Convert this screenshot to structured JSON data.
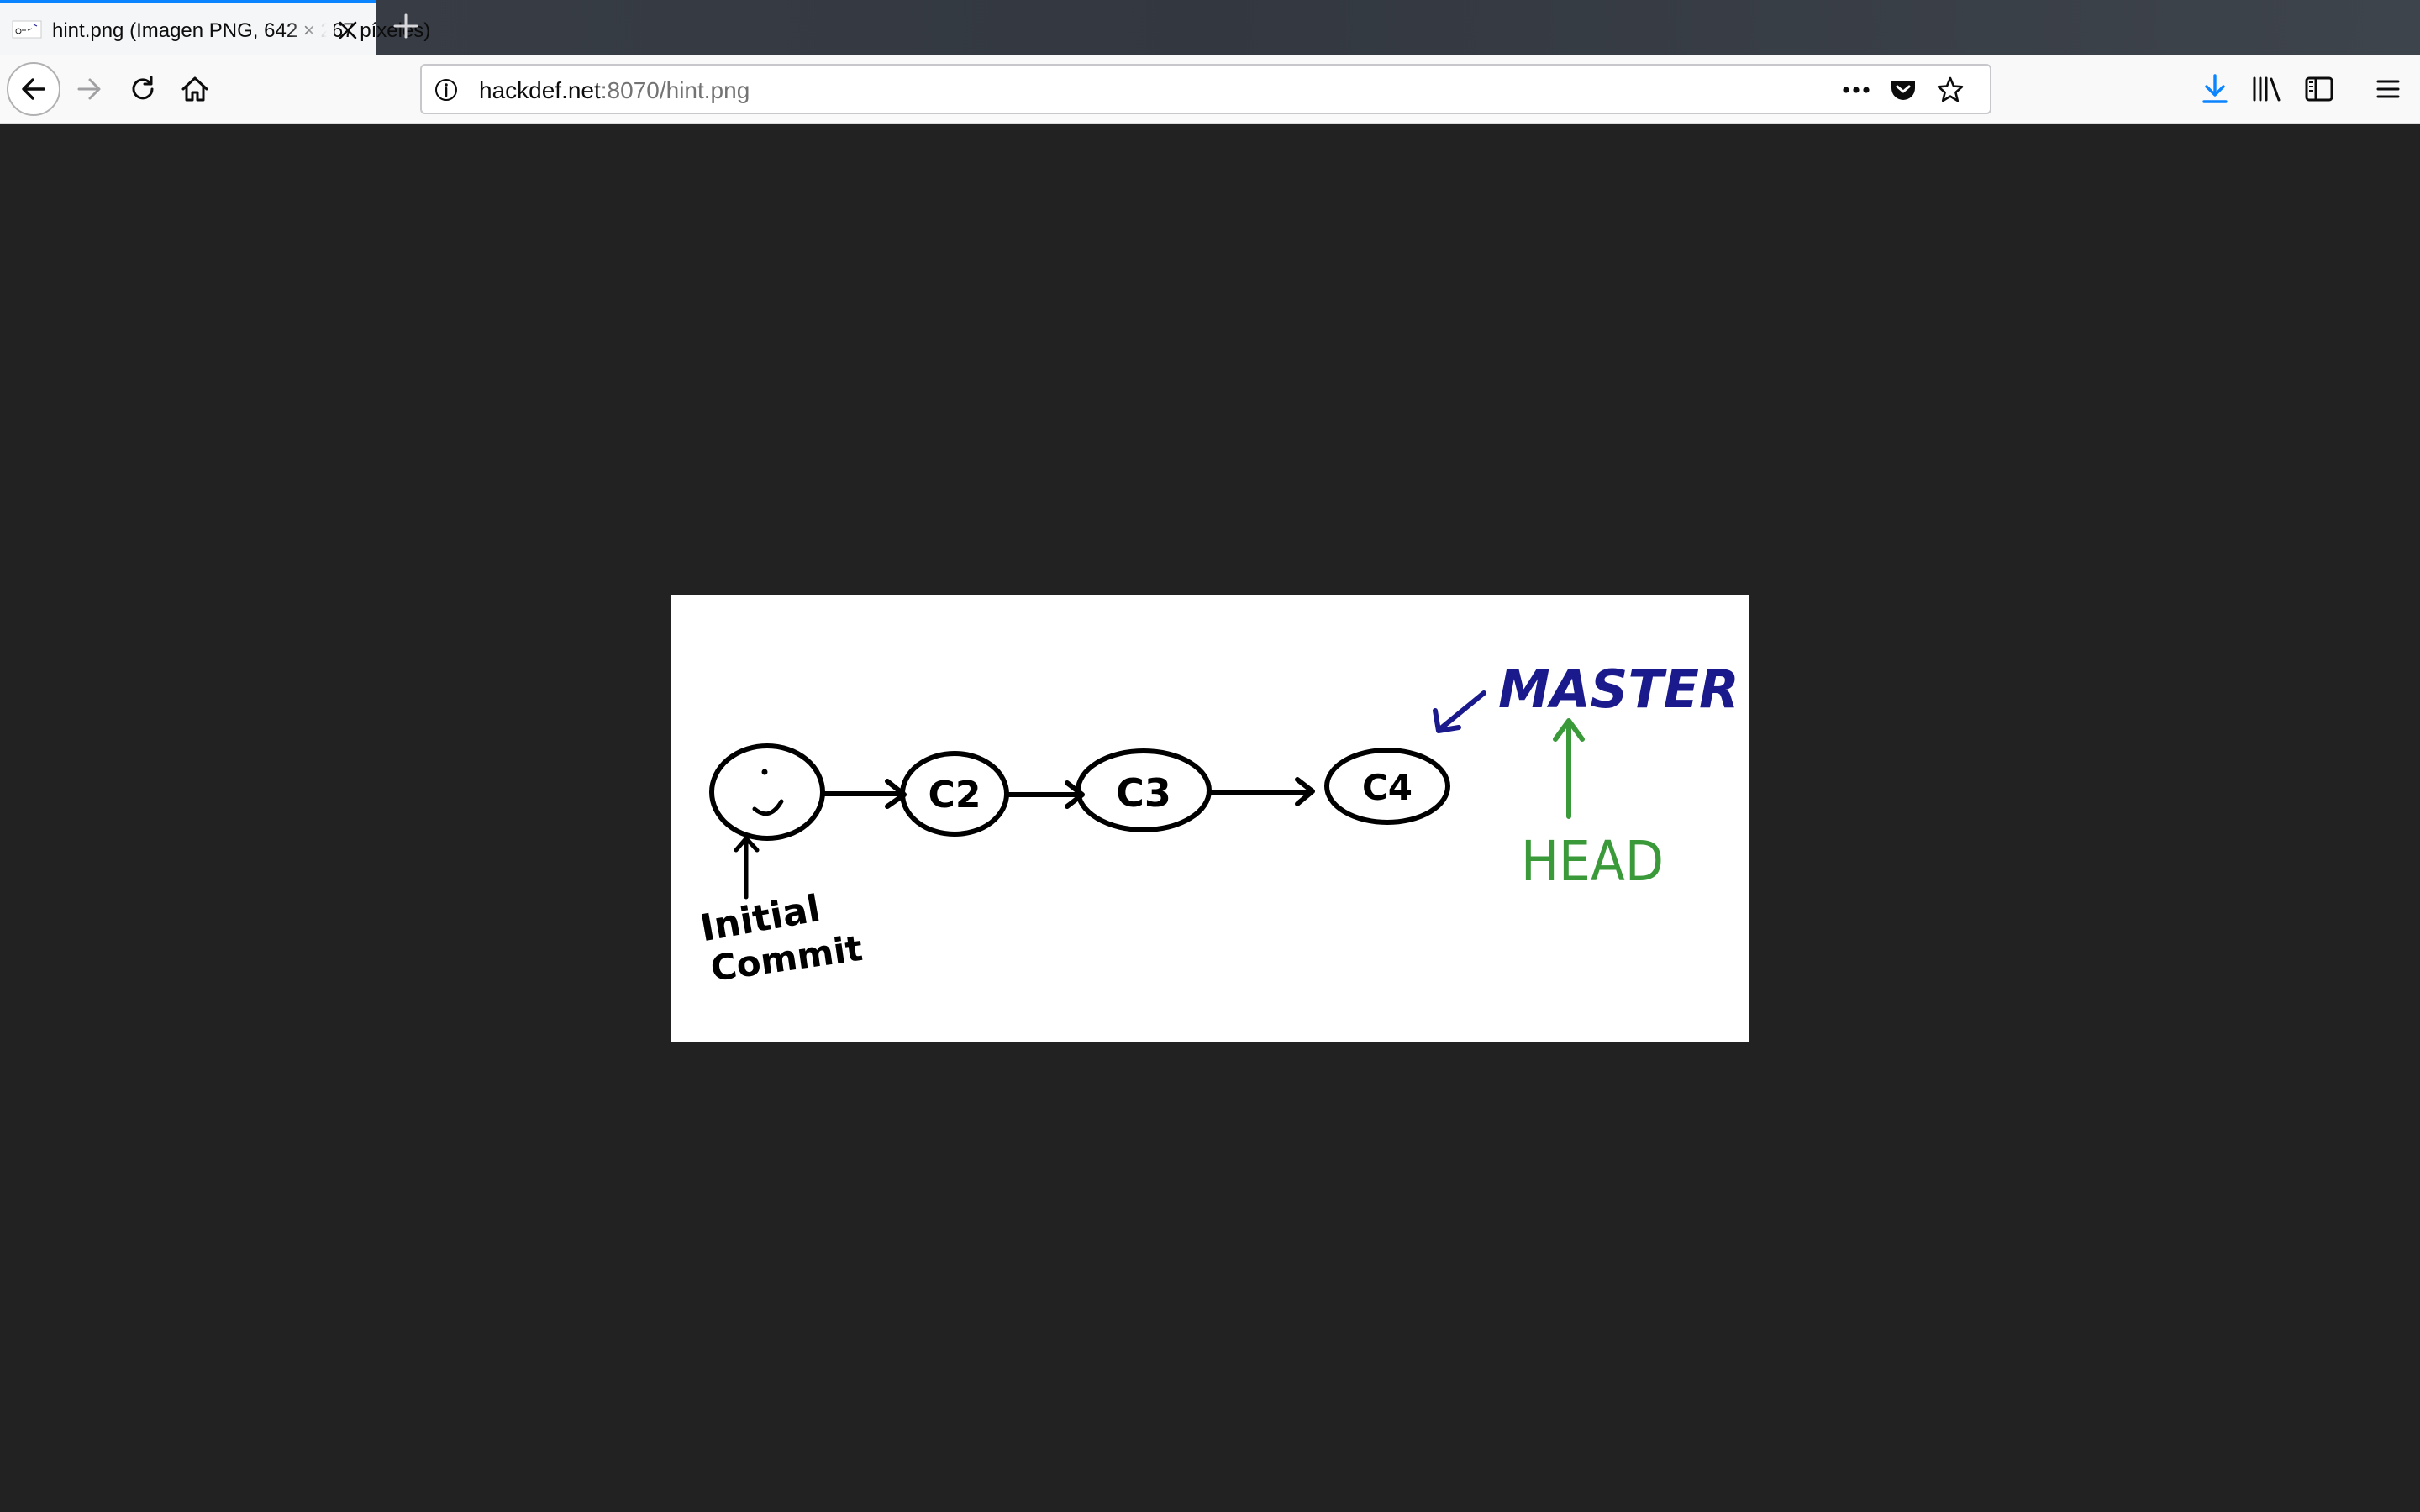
{
  "tab": {
    "title": "hint.png (Imagen PNG, 642 × 267 píxeles)",
    "favicon": "image-thumbnail-icon",
    "close": "close-icon"
  },
  "toolbar": {
    "back": "back-arrow-icon",
    "forward": "forward-arrow-icon",
    "reload": "reload-icon",
    "home": "home-icon",
    "new_tab": "plus-icon"
  },
  "urlbar": {
    "host": "hackdef.net",
    "rest": ":8070/hint.png",
    "info_icon": "info-icon",
    "actions": [
      "more-actions-icon",
      "pocket-icon",
      "bookmark-star-icon"
    ]
  },
  "right_toolbar": [
    "download-icon",
    "library-icon",
    "sidebar-icon",
    "menu-icon"
  ],
  "image": {
    "commits": [
      "C2",
      "C3",
      "C4"
    ],
    "initial_label_line1": "Initial",
    "initial_label_line2": "Commit",
    "branch_label": "MASTER",
    "head_label": "HEAD",
    "colors": {
      "ink": "#000000",
      "branch": "#1a1a8c",
      "head": "#3a9a3a",
      "accent": "#0a84ff"
    }
  }
}
